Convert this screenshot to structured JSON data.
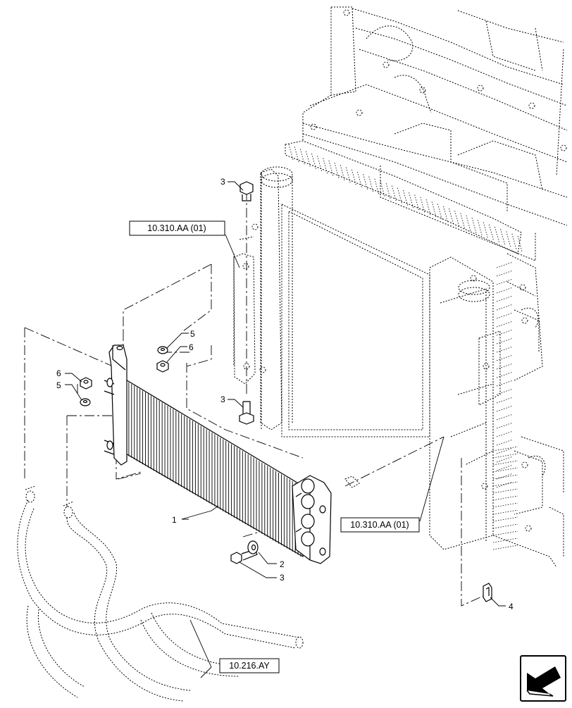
{
  "callouts": {
    "c1": "1",
    "c2": "2",
    "c3_lower": "3",
    "c3_upper": "3",
    "c3_mid": "3",
    "c4": "4",
    "c5_left": "5",
    "c5_right": "5",
    "c6_left": "6",
    "c6_right": "6"
  },
  "references": {
    "ref_upper": "10.310.AA (01)",
    "ref_right": "10.310.AA (01)",
    "ref_hose": "10.216.AY"
  },
  "icons": {
    "nav": "arrow-down-left-icon"
  }
}
